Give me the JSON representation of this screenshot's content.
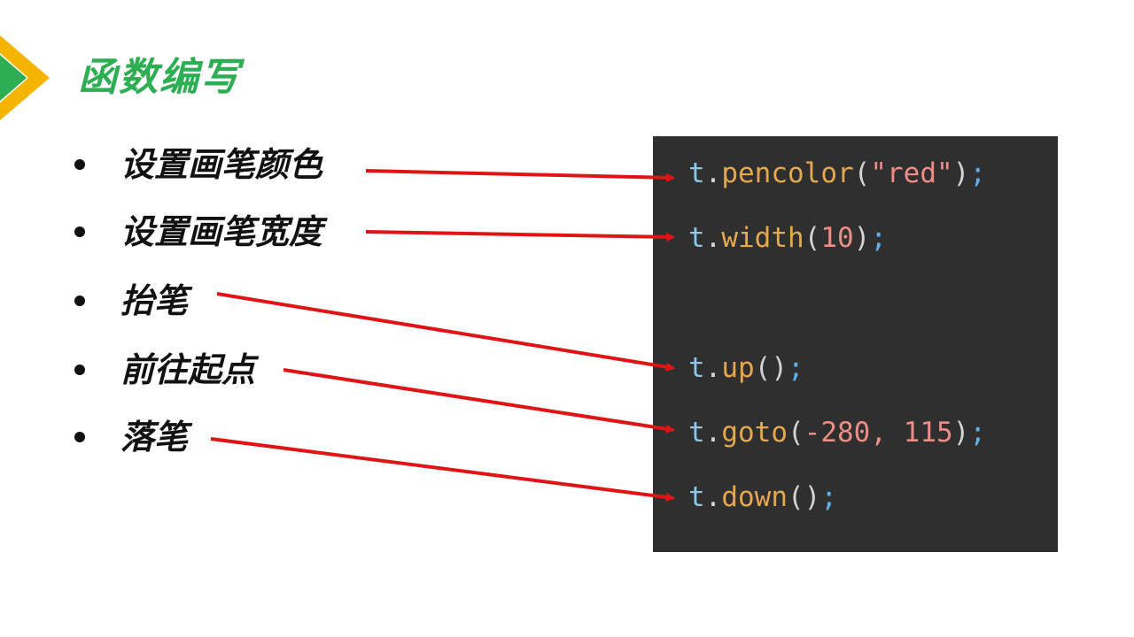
{
  "slide": {
    "title": "函数编写",
    "accent_color": "#2dae52",
    "chevron_colors": {
      "outer": "#f4b400",
      "inner": "#2dae52"
    }
  },
  "bullets": [
    {
      "label": "设置画笔颜色"
    },
    {
      "label": "设置画笔宽度"
    },
    {
      "label": "抬笔"
    },
    {
      "label": "前往起点"
    },
    {
      "label": "落笔"
    }
  ],
  "code": {
    "background": "#2f2f2f",
    "lines": [
      {
        "object": "t",
        "method": "pencolor",
        "open": "(",
        "args": "\"red\"",
        "close": ")",
        "semi": ";"
      },
      {
        "object": "t",
        "method": "width",
        "open": "(",
        "args": "10",
        "close": ")",
        "semi": ";"
      },
      {
        "object": "t",
        "method": "up",
        "open": "(",
        "args": "",
        "close": ")",
        "semi": ";"
      },
      {
        "object": "t",
        "method": "goto",
        "open": "(",
        "args": "-280, 115",
        "close": ")",
        "semi": ";"
      },
      {
        "object": "t",
        "method": "down",
        "open": "(",
        "args": "",
        "close": ")",
        "semi": ";"
      }
    ]
  },
  "arrow_color": "#e01414"
}
